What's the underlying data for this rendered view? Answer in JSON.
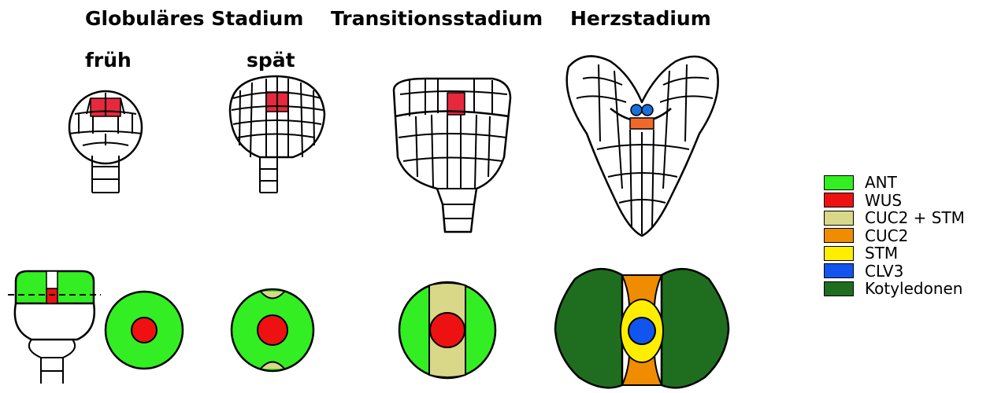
{
  "headers": {
    "globular": "Globuläres Stadium",
    "transition": "Transitionsstadium",
    "heart": "Herzstadium",
    "early": "früh",
    "late": "spät"
  },
  "colors": {
    "ant": "#33ee22",
    "wus": "#ee1111",
    "cuc2_stm": "#d8d888",
    "cuc2": "#ef8c00",
    "stm": "#ffee00",
    "clv3": "#1155ee",
    "cotyledons": "#1f6e1f",
    "cell_red": "#e8283c",
    "outline": "#000000"
  },
  "legend": [
    {
      "label": "ANT",
      "color": "#33ee22"
    },
    {
      "label": "WUS",
      "color": "#ee1111"
    },
    {
      "label": "CUC2 + STM",
      "color": "#d8d888"
    },
    {
      "label": "CUC2",
      "color": "#ef8c00"
    },
    {
      "label": "STM",
      "color": "#ffee00"
    },
    {
      "label": "CLV3",
      "color": "#1155ee"
    },
    {
      "label": "Kotyledonen",
      "color": "#1f6e1f"
    }
  ]
}
